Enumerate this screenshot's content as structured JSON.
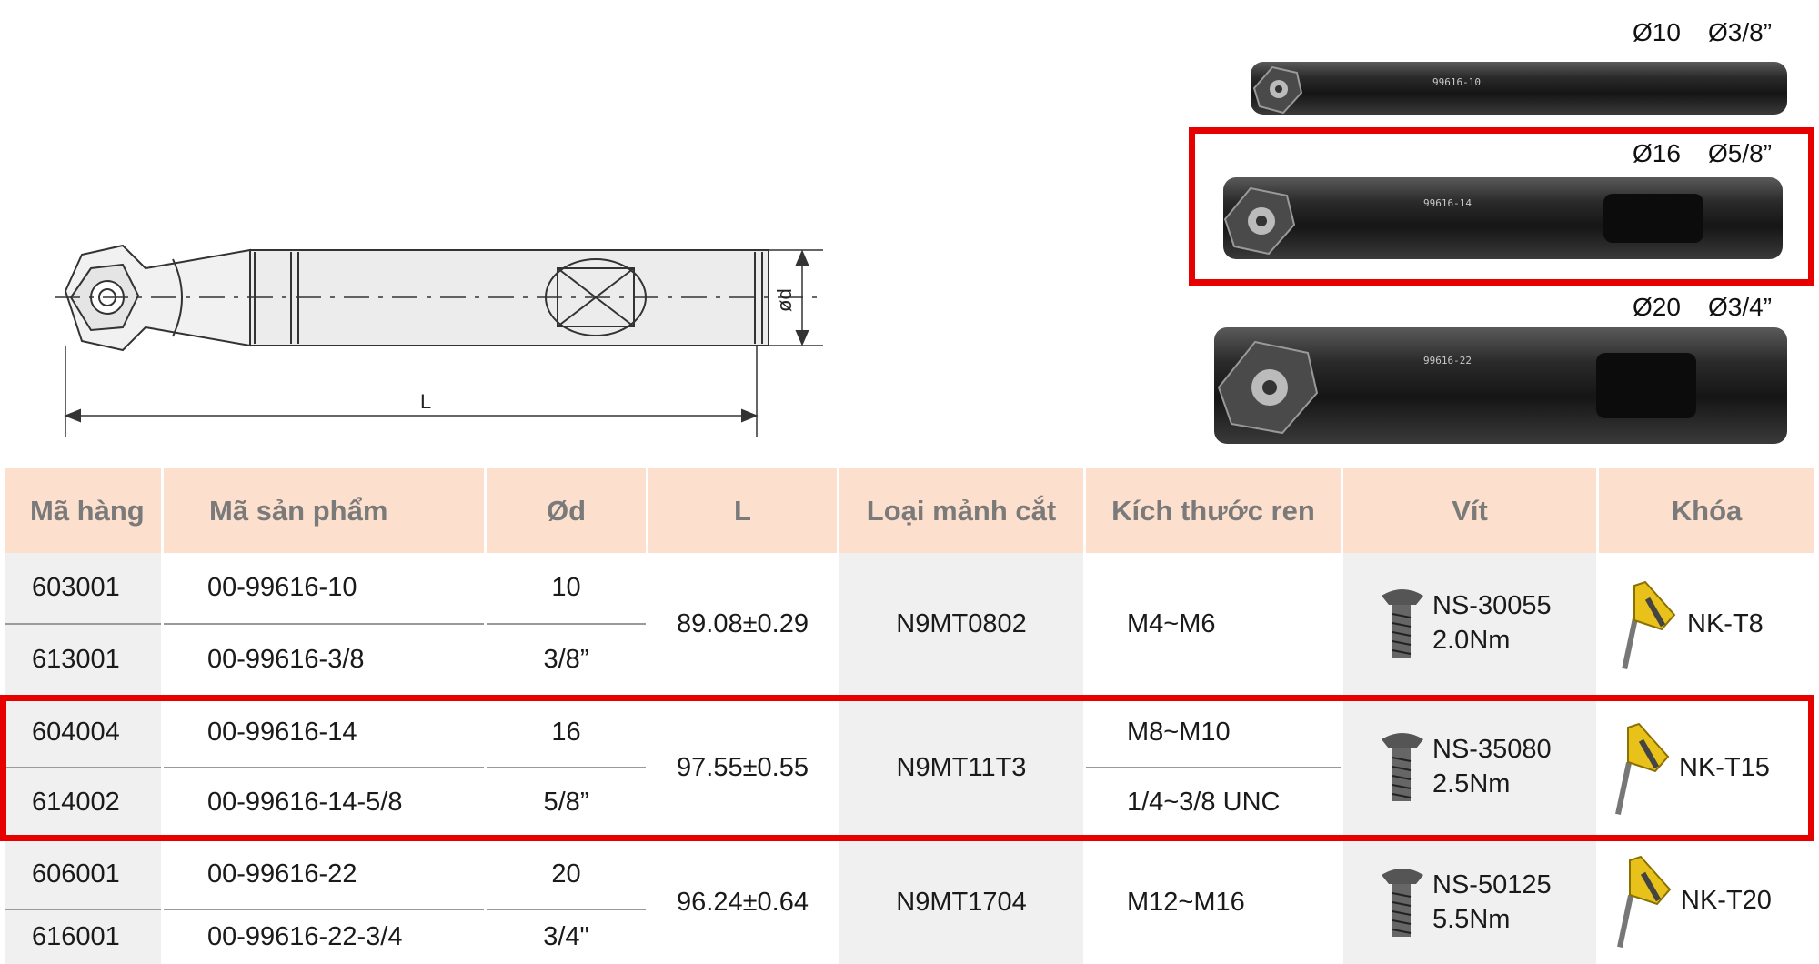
{
  "drawing": {
    "length_label": "L",
    "diameter_label": "ød"
  },
  "photos": [
    {
      "size_metric": "Ø10",
      "size_imperial": "Ø3/8”",
      "marking": "99616-10",
      "highlighted": false
    },
    {
      "size_metric": "Ø16",
      "size_imperial": "Ø5/8”",
      "marking": "99616-14",
      "highlighted": true
    },
    {
      "size_metric": "Ø20",
      "size_imperial": "Ø3/4”",
      "marking": "99616-22",
      "highlighted": false
    }
  ],
  "table": {
    "headers": [
      "Mã hàng",
      "Mã sản phẩm",
      "Ød",
      "L",
      "Loại mảnh cắt",
      "Kích thước ren",
      "Vít",
      "Khóa"
    ],
    "groups": [
      {
        "rows": [
          {
            "code": "603001",
            "product": "00-99616-10",
            "d": "10"
          },
          {
            "code": "613001",
            "product": "00-99616-3/8",
            "d": "3/8”"
          }
        ],
        "L": "89.08±0.29",
        "insert": "N9MT0802",
        "threads": [
          "M4~M6"
        ],
        "screw": "NS-30055",
        "torque": "2.0Nm",
        "key": "NK-T8",
        "highlighted": false
      },
      {
        "rows": [
          {
            "code": "604004",
            "product": "00-99616-14",
            "d": "16"
          },
          {
            "code": "614002",
            "product": "00-99616-14-5/8",
            "d": "5/8”"
          }
        ],
        "L": "97.55±0.55",
        "insert": "N9MT11T3",
        "threads": [
          "M8~M10",
          "1/4~3/8 UNC"
        ],
        "screw": "NS-35080",
        "torque": "2.5Nm",
        "key": "NK-T15",
        "highlighted": true
      },
      {
        "rows": [
          {
            "code": "606001",
            "product": "00-99616-22",
            "d": "20"
          },
          {
            "code": "616001",
            "product": "00-99616-22-3/4",
            "d": "3/4\""
          }
        ],
        "L": "96.24±0.64",
        "insert": "N9MT1704",
        "threads": [
          "M12~M16"
        ],
        "screw": "NS-50125",
        "torque": "5.5Nm",
        "key": "NK-T20",
        "highlighted": false
      }
    ]
  },
  "colors": {
    "header_bg": "#fce0cd",
    "header_text": "#7a7a7a",
    "highlight": "#e60000",
    "tool_body": "#1c1c1c"
  }
}
